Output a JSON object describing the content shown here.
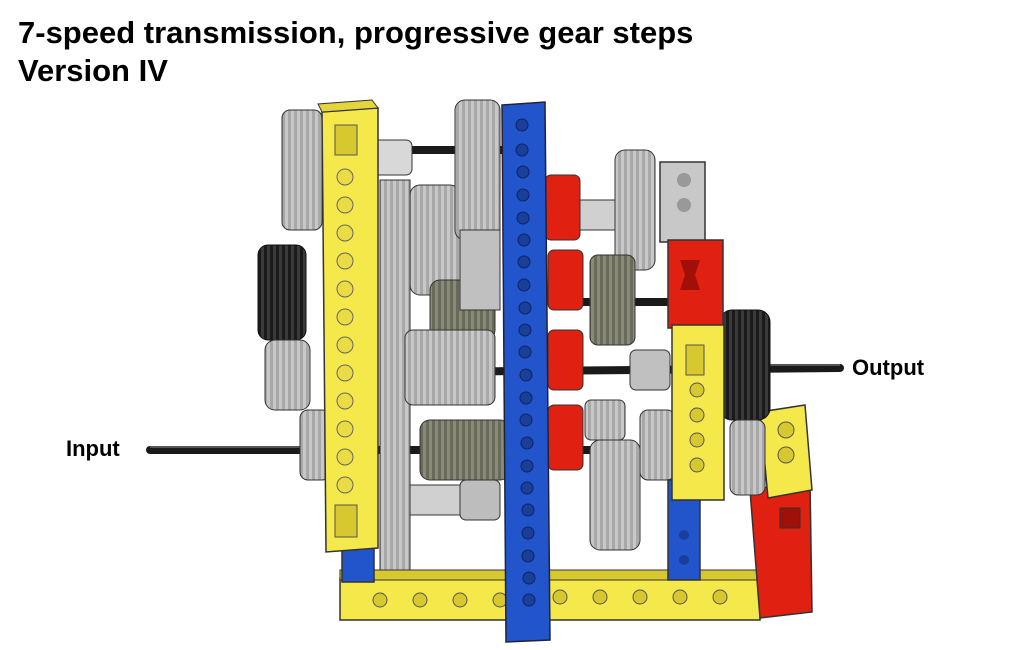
{
  "title": {
    "line1": "7-speed transmission, progressive gear steps",
    "line2": "Version IV"
  },
  "labels": {
    "input": "Input",
    "output": "Output"
  },
  "colors": {
    "yellow_beam": "#f5e84a",
    "blue_beam": "#2255cc",
    "red_part": "#e02010",
    "light_gray_gear": "#c8c8c8",
    "dark_gray_gear": "#7a7a6a",
    "black_gear": "#2a2a2a",
    "axle": "#1a1a1a"
  }
}
